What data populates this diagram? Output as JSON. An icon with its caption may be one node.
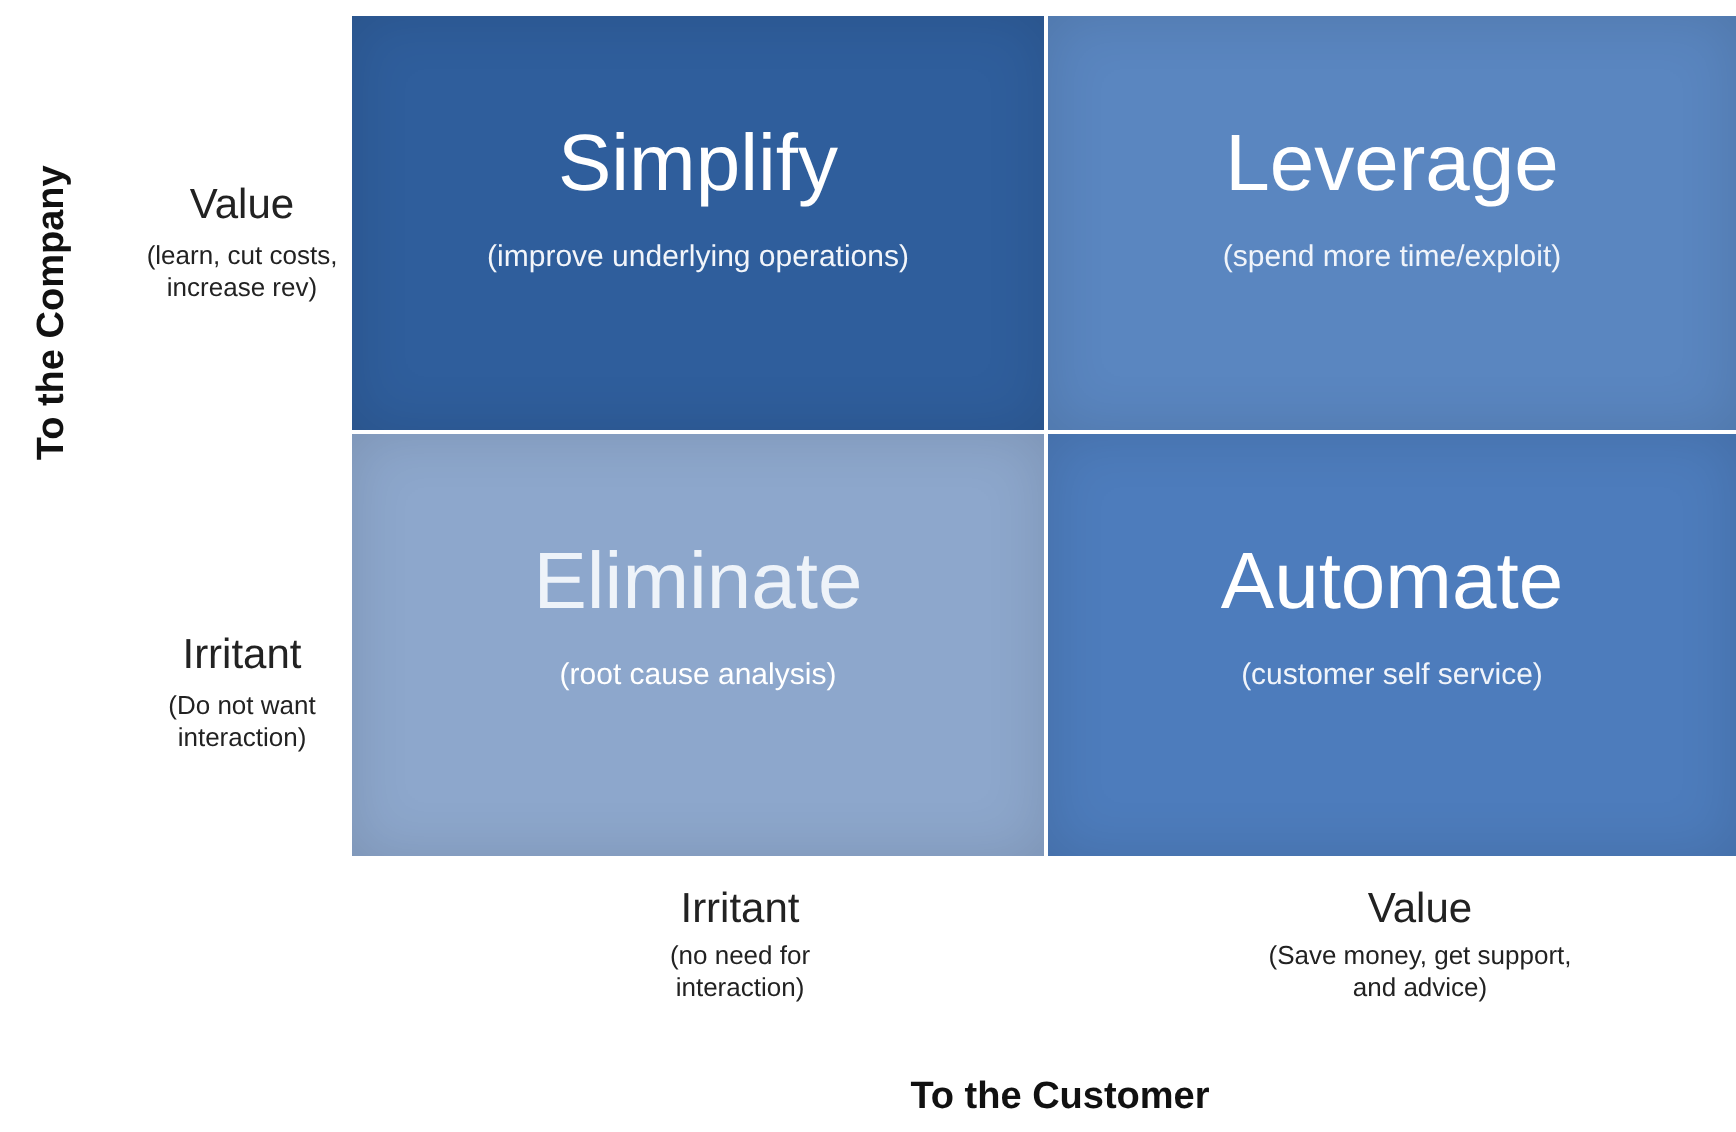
{
  "diagram": {
    "nodes": [
      {
        "text": [
          "Simplify",
          "(improve underlying operations)"
        ]
      },
      {
        "text": [
          "Leverage",
          "(spend more time/exploit)"
        ]
      },
      {
        "text": [
          "Eliminate",
          "(root cause analysis)"
        ]
      },
      {
        "text": [
          "Automate",
          "(customer self service)"
        ]
      }
    ],
    "labels": [
      "To the Company",
      "Value",
      "(learn, cut costs, increase rev)",
      "Irritant",
      "(Do not want interaction)",
      "Irritant",
      "(no need for interaction)",
      "Value",
      "(Save money, get support, and advice)",
      "To the Customer"
    ]
  }
}
